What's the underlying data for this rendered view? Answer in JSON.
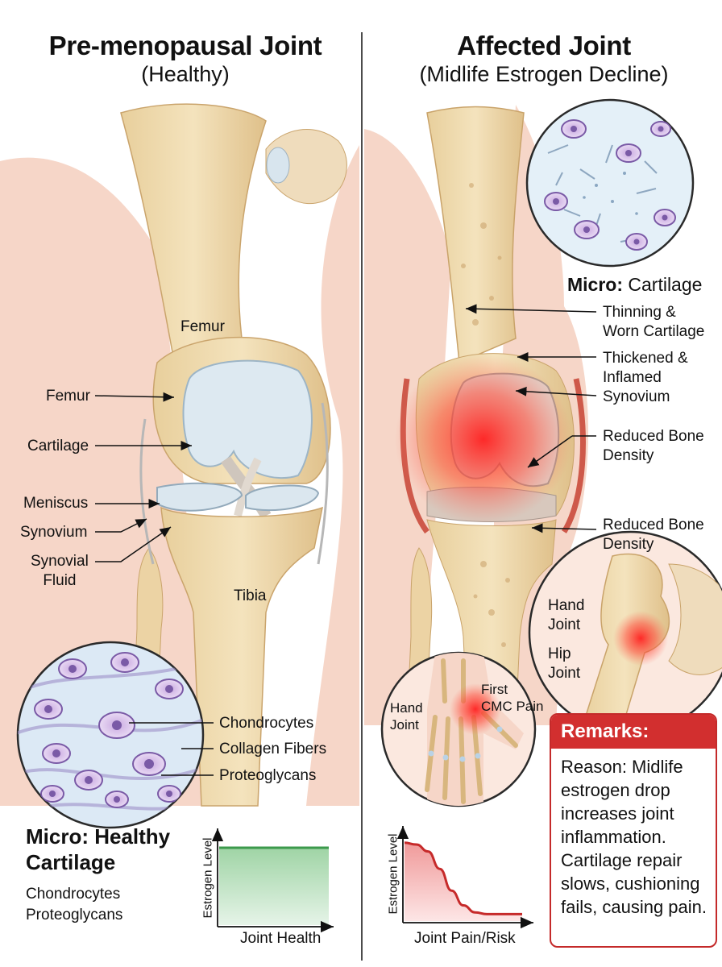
{
  "left": {
    "title": "Pre-menopausal Joint",
    "subtitle": "(Healthy)",
    "labels": {
      "femur_top": "Femur",
      "femur": "Femur",
      "cartilage": "Cartilage",
      "meniscus": "Meniscus",
      "synovium": "Synovium",
      "synovial_fluid": "Synovial\nFluid",
      "tibia": "Tibia",
      "chondrocytes": "Chondrocytes",
      "collagen": "Collagen Fibers",
      "proteoglycans": "Proteoglycans"
    },
    "micro_title": "Micro: Healthy\nCartilage",
    "micro_items": "Chondrocytes\nProteoglycans"
  },
  "right": {
    "title": "Affected Joint",
    "subtitle": "(Midlife Estrogen Decline)",
    "micro_prefix": "Micro:",
    "micro_rest": " Cartilage",
    "labels": {
      "thinning": "Thinning &\nWorn Cartilage",
      "thickened": "Thickened &\nInflamed\nSynovium",
      "reduced1": "Reduced Bone\nDensity",
      "reduced2": "Reduced Bone\nDensity",
      "hand_joint_hip": "Hand\nJoint",
      "hip_joint": "Hip\nJoint",
      "hand_joint": "Hand\nJoint",
      "cmc": "First\nCMC Pain"
    }
  },
  "remarks": {
    "heading": "Remarks:",
    "text": "Reason: Midlife estrogen drop increases joint inflammation. Cartilage repair slows, cushioning fails, causing pain."
  },
  "chart_data": [
    {
      "type": "area",
      "ylabel": "Estrogen Level",
      "xlabel": "Joint Health",
      "x": [
        0,
        0.25,
        0.5,
        0.75,
        1
      ],
      "y": [
        0.85,
        0.85,
        0.85,
        0.85,
        0.85
      ],
      "ylim": [
        0,
        1
      ],
      "colors": {
        "line": "#3c9a4c",
        "fill": "#a9d9ae"
      }
    },
    {
      "type": "area",
      "ylabel": "Estrogen Level",
      "xlabel": "Joint Pain/Risk",
      "x": [
        0,
        0.1,
        0.2,
        0.3,
        0.4,
        0.5,
        0.6,
        0.7,
        0.8,
        0.9,
        1
      ],
      "y": [
        0.9,
        0.88,
        0.8,
        0.6,
        0.35,
        0.18,
        0.1,
        0.08,
        0.08,
        0.08,
        0.08
      ],
      "ylim": [
        0,
        1
      ],
      "colors": {
        "line": "#c62a2a",
        "fill": "#f2a0a0"
      }
    }
  ],
  "colors": {
    "divider": "#111111",
    "remarks": "#d22f2f"
  }
}
